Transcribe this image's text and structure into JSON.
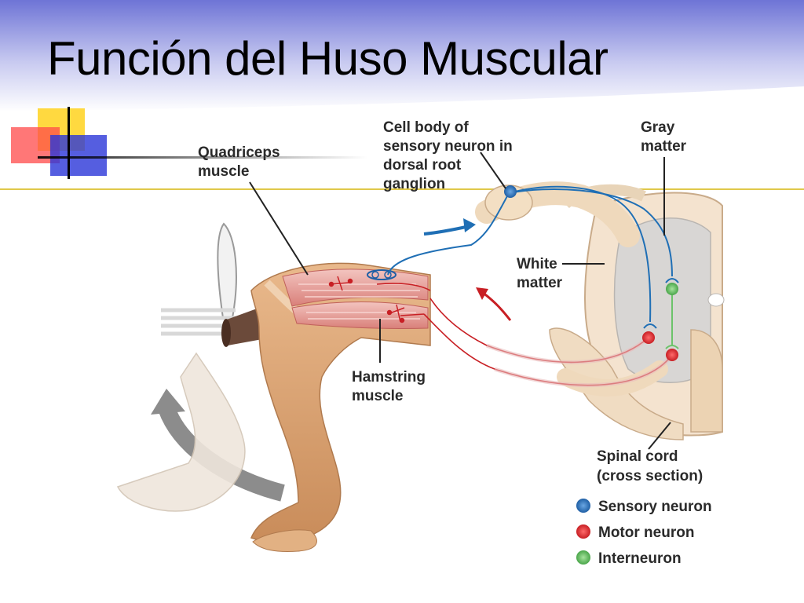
{
  "slide": {
    "title": "Función del Huso Muscular"
  },
  "labels": {
    "cell_body": [
      "Cell body of",
      "sensory neuron in",
      "dorsal root",
      "ganglion"
    ],
    "gray_matter": [
      "Gray",
      "matter"
    ],
    "quadriceps": [
      "Quadriceps",
      "muscle"
    ],
    "white_matter": [
      "White",
      "matter"
    ],
    "hamstring": [
      "Hamstring",
      "muscle"
    ],
    "spinal_cord": [
      "Spinal cord",
      "(cross section)"
    ]
  },
  "legend": [
    {
      "label": "Sensory neuron",
      "color": "#1f6fb5"
    },
    {
      "label": "Motor neuron",
      "color": "#e0302f"
    },
    {
      "label": "Interneuron",
      "color": "#6cc36a"
    }
  ],
  "colors": {
    "header_top": "#7a7fd9",
    "header_bottom": "#ffffff",
    "rule": "#e0c84a",
    "skin": "#e3b98c",
    "muscle": "#e8a5a0",
    "cord": "#f0dcc2",
    "gray_matter": "#d9d9d9"
  }
}
